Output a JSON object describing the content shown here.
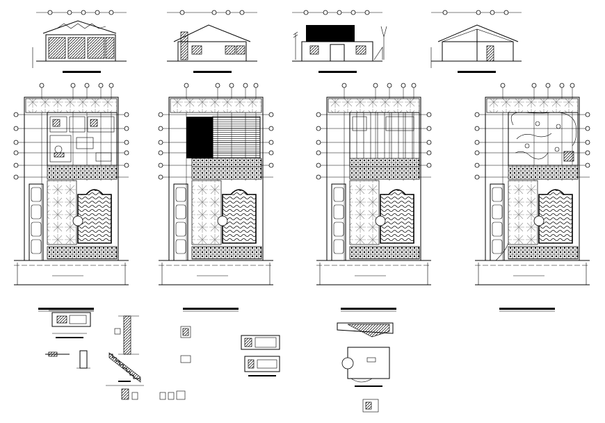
{
  "drawing": {
    "elevations": [
      {
        "id": "front"
      },
      {
        "id": "side"
      },
      {
        "id": "rear"
      },
      {
        "id": "section"
      }
    ],
    "plans": [
      {
        "id": "plan-furniture"
      },
      {
        "id": "plan-roof"
      },
      {
        "id": "plan-structure"
      },
      {
        "id": "plan-installations"
      }
    ],
    "details": [
      {
        "id": "detail-a"
      },
      {
        "id": "detail-b"
      },
      {
        "id": "detail-c"
      },
      {
        "id": "detail-d"
      },
      {
        "id": "stair-detail"
      },
      {
        "id": "tank-detail"
      },
      {
        "id": "pool-detail"
      }
    ],
    "colors": {
      "line": "#000000",
      "paper": "#ffffff"
    }
  }
}
